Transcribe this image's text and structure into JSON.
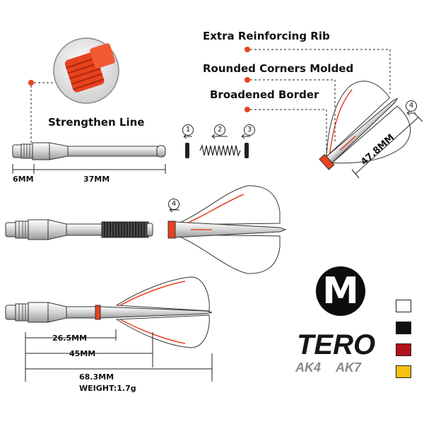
{
  "callouts": {
    "rib": "Extra Reinforcing Rib",
    "corners": "Rounded Corners Molded",
    "border": "Broadened Border",
    "strengthen": "Strengthen Line"
  },
  "dimensions": {
    "d6": "6MM",
    "d37": "37MM",
    "d26_5": "26.5MM",
    "d45": "45MM",
    "d68_3": "68.3MM",
    "weight": "WEIGHT:1.7g",
    "d47_8": "47.8MM"
  },
  "parts": [
    "1",
    "2",
    "3"
  ],
  "step_marker": "4",
  "size_badge": "M",
  "brand": {
    "name": "TERO",
    "model_a": "AK4",
    "model_b": "AK7"
  },
  "colors": {
    "accent": "#e8421e",
    "swatch_white": "#ffffff",
    "swatch_black": "#111111",
    "swatch_red": "#b3121b",
    "swatch_yellow": "#f5c211"
  }
}
